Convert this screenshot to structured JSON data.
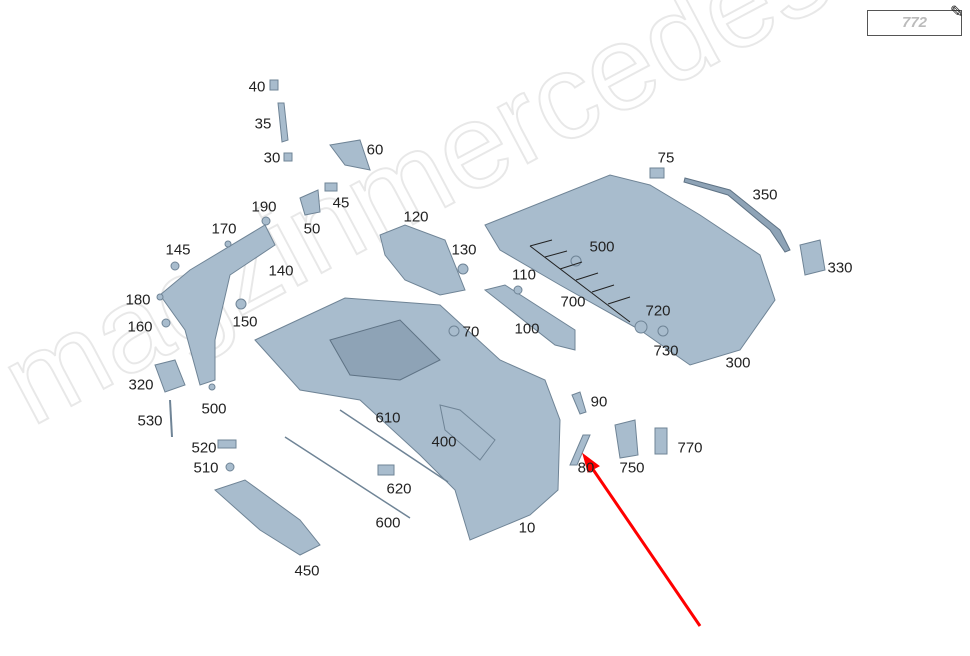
{
  "page_box": {
    "value": "772"
  },
  "watermark": "magzinmercedes.ru",
  "icons": {
    "edit": "edit-icon"
  },
  "arrow_color": "#ff0000",
  "labels": [
    "40",
    "35",
    "30",
    "60",
    "45",
    "50",
    "190",
    "170",
    "145",
    "140",
    "120",
    "130",
    "500",
    "75",
    "350",
    "330",
    "110",
    "700",
    "720",
    "100",
    "70",
    "730",
    "300",
    "180",
    "160",
    "150",
    "320",
    "500",
    "530",
    "90",
    "610",
    "400",
    "520",
    "770",
    "510",
    "80",
    "750",
    "620",
    "600",
    "10",
    "450"
  ]
}
